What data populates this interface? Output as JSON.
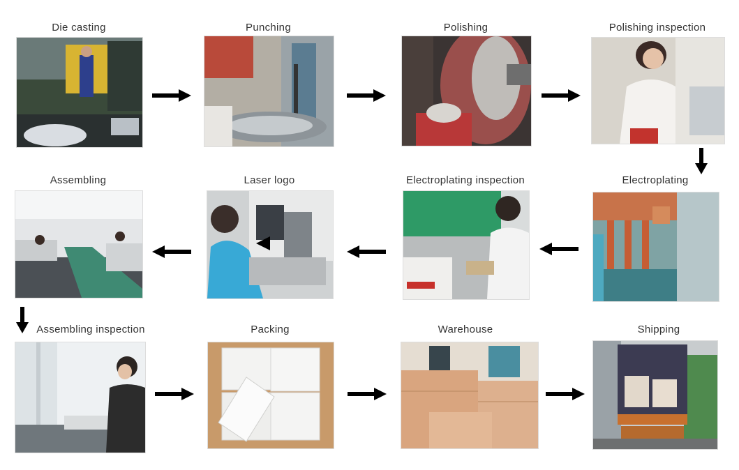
{
  "steps": [
    {
      "label": "Die casting",
      "icon": "die-casting-machine-icon"
    },
    {
      "label": "Punching",
      "icon": "punching-press-icon"
    },
    {
      "label": "Polishing",
      "icon": "polishing-wheel-icon"
    },
    {
      "label": "Polishing inspection",
      "icon": "inspection-worker-icon"
    },
    {
      "label": "Electroplating",
      "icon": "plating-line-icon"
    },
    {
      "label": "Electroplating inspection",
      "icon": "inspection-bench-icon"
    },
    {
      "label": "Laser logo",
      "icon": "laser-engraver-icon"
    },
    {
      "label": "Assembling",
      "icon": "assembly-line-icon"
    },
    {
      "label": "Assembling inspection",
      "icon": "inspection-table-icon"
    },
    {
      "label": "Packing",
      "icon": "carton-box-icon"
    },
    {
      "label": "Warehouse",
      "icon": "stacked-cartons-icon"
    },
    {
      "label": "Shipping",
      "icon": "shipping-container-icon"
    }
  ],
  "colors": {
    "arrow": "#000000",
    "label": "#333333"
  }
}
